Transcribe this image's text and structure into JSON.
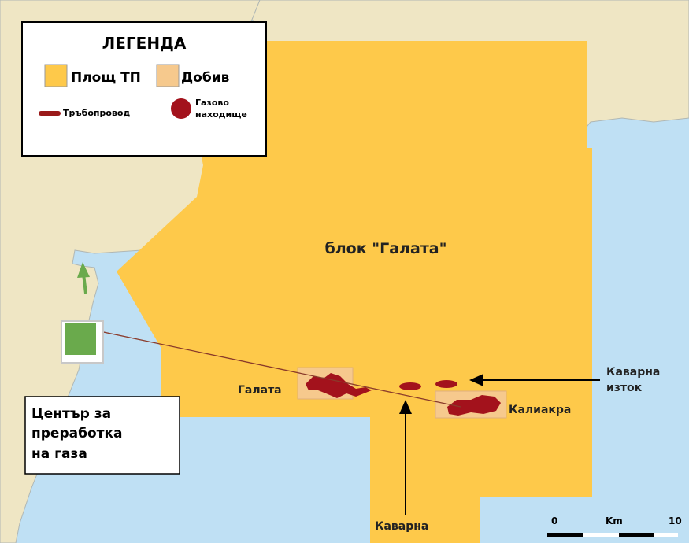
{
  "legend": {
    "title": "ЛЕГЕНДА",
    "area_label": "Площ ТП",
    "production_label": "Добив",
    "pipeline_label": "Тръбопровод",
    "gas_field_label_line1": "Газово",
    "gas_field_label_line2": "находище"
  },
  "block": {
    "label": "блок \"Галата\""
  },
  "fields": {
    "galata": "Галата",
    "kaliakra": "Калиакра",
    "kavarna": "Каварна",
    "kavarna_east_line1": "Каварна",
    "kavarna_east_line2": "изток"
  },
  "processing_center": {
    "line1": "Център за",
    "line2": "преработка",
    "line3": "на газа"
  },
  "scale": {
    "start": "0",
    "unit": "Km",
    "end": "10"
  },
  "colors": {
    "sea": "#bfe0f4",
    "land": "#efe6c4",
    "block": "#fec94a",
    "production": "#f6c98d",
    "gas_field": "#a3121c",
    "pipeline": "#9a1a1a",
    "processing": "#6aaa4c"
  }
}
